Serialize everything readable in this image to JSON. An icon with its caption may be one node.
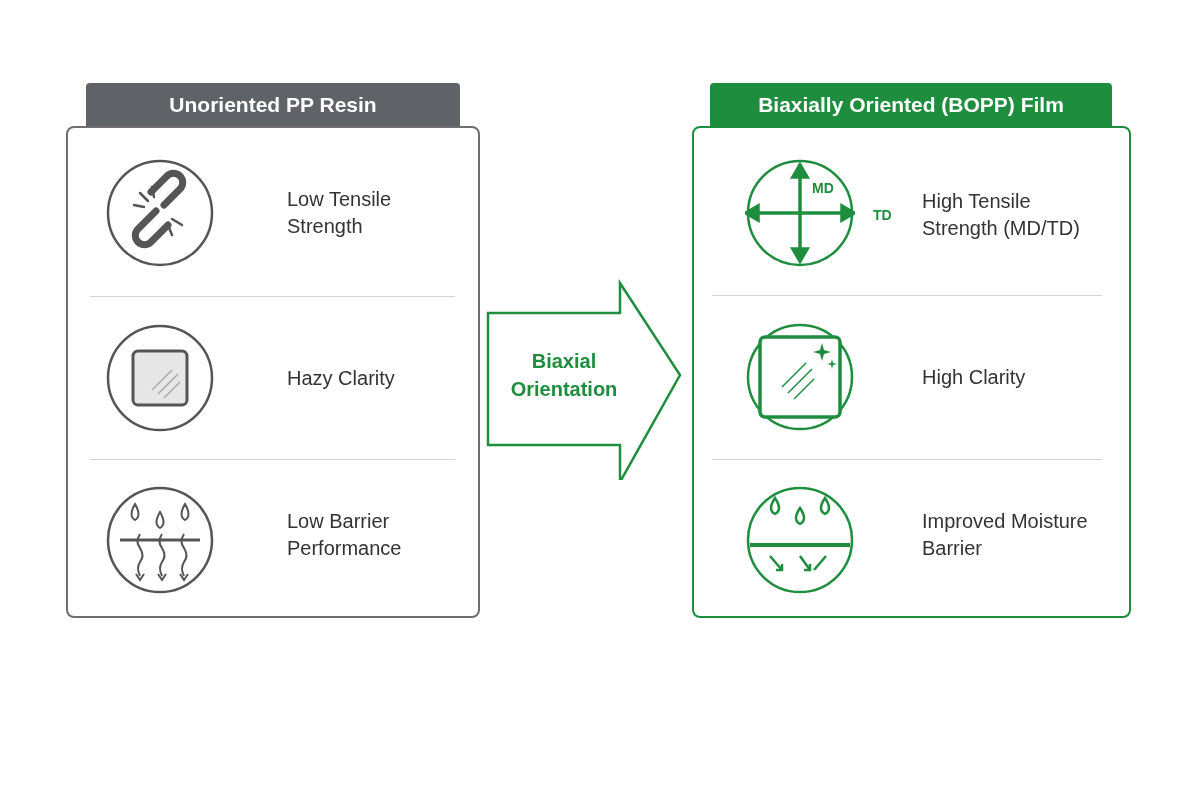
{
  "diagram": {
    "nodes": [
      {
        "text": [
          "Unoriented PP Resin"
        ]
      },
      {
        "text": [
          "Biaxially Oriented (BOPP) Film"
        ]
      }
    ],
    "edges": [
      {
        "from": 0,
        "to": 1,
        "arrow": "to",
        "label": "Biaxial Orientation"
      }
    ],
    "labels": [
      "Low Tensile Strength",
      "Hazy Clarity",
      "Low Barrier Performance",
      "MD",
      "TD",
      "High Tensile Strength (MD/TD)",
      "High Clarity",
      "Improved Moisture Barrier"
    ]
  }
}
